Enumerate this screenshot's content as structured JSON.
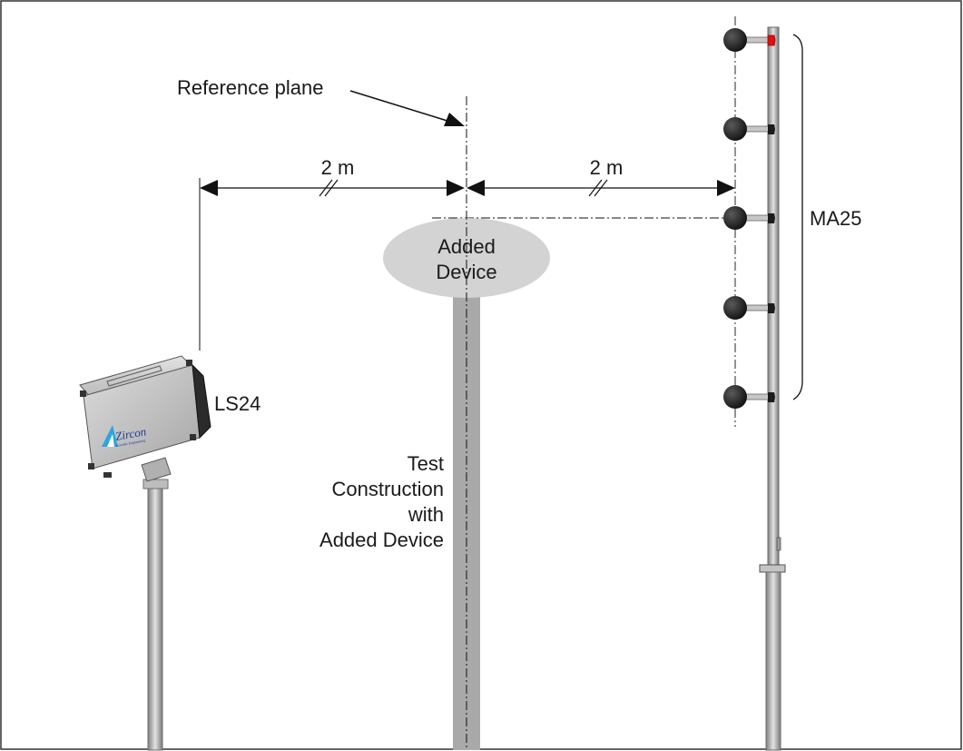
{
  "labels": {
    "reference_plane": "Reference plane",
    "distance_left": "2 m",
    "distance_right": "2 m",
    "added_device_line1": "Added",
    "added_device_line2": "Device",
    "test_line1": "Test",
    "test_line2": "Construction",
    "test_line3": "with",
    "test_line4": "Added Device",
    "ls24": "LS24",
    "ma25": "MA25",
    "logo": "Zircon",
    "logo_sub": "Acoustic Engineering"
  },
  "colors": {
    "border": "#333333",
    "pole": "#a9a9a9",
    "ellipse": "#d3d3d3",
    "microphone": "#1c1c1c",
    "reference_mic_tip": "#e01010",
    "logo": "#1b3c9a"
  },
  "microphones": {
    "count": 5
  }
}
